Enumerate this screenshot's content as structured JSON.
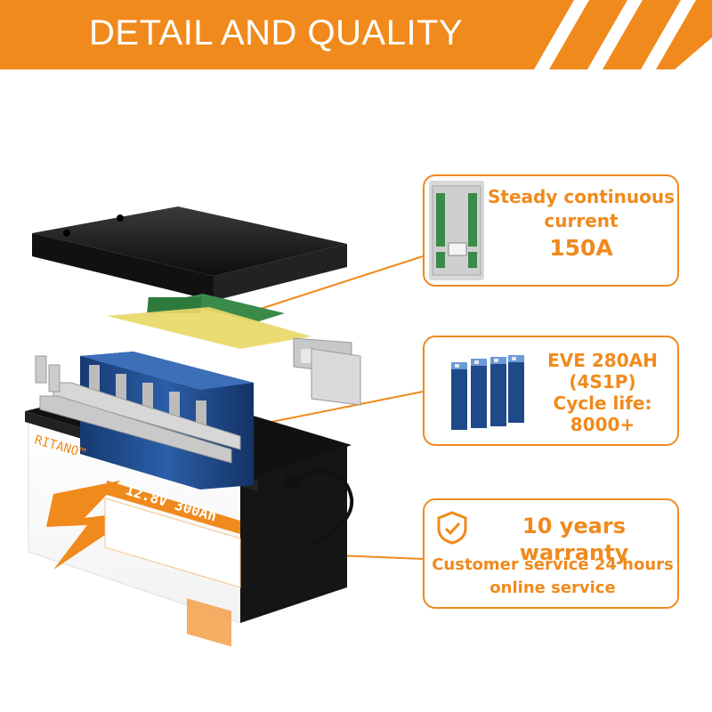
{
  "header": {
    "title": "DETAIL AND QUALITY"
  },
  "battery": {
    "brand": "RITANO™",
    "rating": "12.8V 300Ah"
  },
  "features": {
    "bms": {
      "lines": [
        "Steady continuous",
        "current",
        "150A"
      ],
      "image": "bms-board-icon"
    },
    "cells": {
      "lines": [
        "EVE 280AH",
        "(4S1P)",
        "Cycle life:",
        "8000+"
      ],
      "image": "battery-cells-icon"
    },
    "warranty": {
      "title": "10 years warranty",
      "lines": [
        "Customer service 24 hours",
        "online service"
      ],
      "icon": "shield-warranty-icon"
    }
  },
  "colors": {
    "accent": "#f08a1c",
    "header_text": "#ffffff",
    "dark": "#1a1a1a",
    "cell_blue": "#1f4a8a"
  }
}
